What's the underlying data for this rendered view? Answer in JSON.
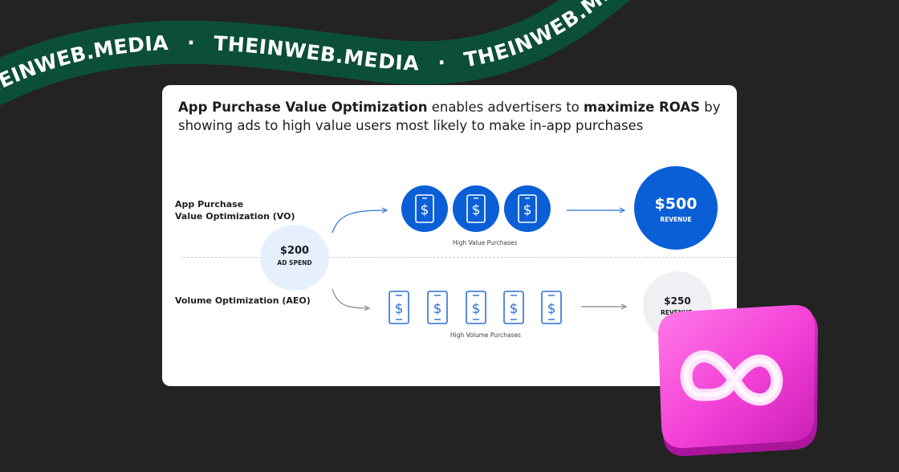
{
  "watermark": {
    "text": "THEINWEB.MEDIA",
    "separator": "·",
    "color": "#0c4f37"
  },
  "headline": {
    "part1": "App Purchase Value Optimization",
    "part2": " enables advertisers to ",
    "part3": "maximize ROAS",
    "part4": " by showing ads to high value users most likely to make in-app purchases"
  },
  "rows": {
    "vo_label_line1": "App Purchase",
    "vo_label_line2": "Value Optimization (VO)",
    "aeo_label": "Volume Optimization (AEO)"
  },
  "spend": {
    "amount": "$200",
    "label": "AD SPEND"
  },
  "vo": {
    "purchases_caption": "High Value Purchases",
    "revenue_amount": "$500",
    "revenue_label": "REVENUE",
    "icon": "phone-dollar-icon",
    "count": 3
  },
  "aeo": {
    "purchases_caption": "High Volume Purchases",
    "revenue_amount": "$250",
    "revenue_label": "REVENUE",
    "icon": "phone-dollar-outline-icon",
    "count": 5
  },
  "colors": {
    "accent_blue": "#0a5fd6",
    "spend_bg": "#e6f0fd",
    "low_rev_bg": "#eef0f3",
    "badge_pink": "#f23fd6"
  },
  "badge": {
    "icon": "meta-infinity-icon"
  }
}
